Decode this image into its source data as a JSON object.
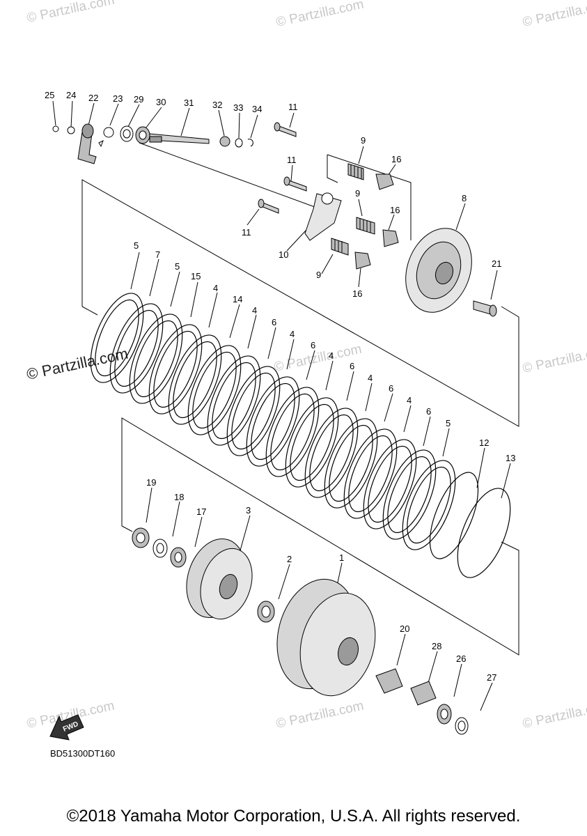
{
  "watermarks": [
    "© Partzilla.com",
    "© Partzilla.com",
    "© Partzilla.com",
    "© Partzilla.com",
    "© Partzilla.com",
    "© Partzilla.com",
    "© Partzilla.com",
    "© Partzilla.com",
    "© Partzilla.com"
  ],
  "watermark_main": "© Partzilla.com",
  "diagram_code": "BD51300DT160",
  "fwd_label": "FWD",
  "copyright": "©2018 Yamaha Motor Corporation, U.S.A. All rights reserved.",
  "callouts": [
    "25",
    "24",
    "22",
    "23",
    "29",
    "30",
    "31",
    "32",
    "33",
    "34",
    "11",
    "11",
    "11",
    "9",
    "16",
    "9",
    "16",
    "9",
    "16",
    "8",
    "10",
    "21",
    "5",
    "7",
    "5",
    "15",
    "4",
    "14",
    "4",
    "6",
    "4",
    "6",
    "4",
    "6",
    "4",
    "6",
    "4",
    "6",
    "5",
    "12",
    "13",
    "19",
    "18",
    "17",
    "3",
    "2",
    "1",
    "20",
    "28",
    "26",
    "27"
  ],
  "colors": {
    "line": "#000000",
    "part_fill": "#e6e6e6",
    "part_dark": "#9a9a9a",
    "watermark": "#c8c8c8"
  }
}
